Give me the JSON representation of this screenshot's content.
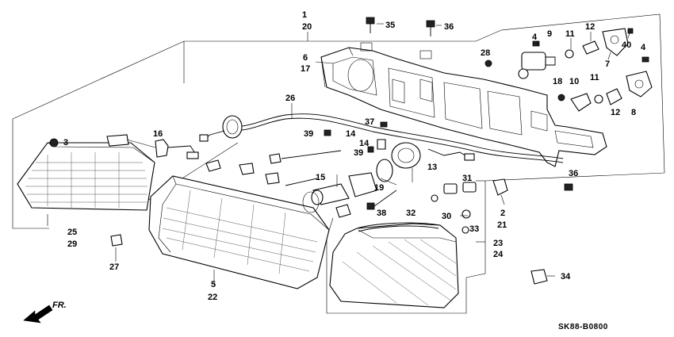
{
  "diagram": {
    "part_code": "SK88-B0800",
    "direction_label": "FR.",
    "callouts": [
      {
        "id": "p1",
        "text": "1"
      },
      {
        "id": "p20",
        "text": "20"
      },
      {
        "id": "p35",
        "text": "35"
      },
      {
        "id": "p36a",
        "text": "36"
      },
      {
        "id": "p6",
        "text": "6"
      },
      {
        "id": "p17",
        "text": "17"
      },
      {
        "id": "p28",
        "text": "28"
      },
      {
        "id": "p4a",
        "text": "4"
      },
      {
        "id": "p9",
        "text": "9"
      },
      {
        "id": "p11a",
        "text": "11"
      },
      {
        "id": "p12a",
        "text": "12"
      },
      {
        "id": "p7",
        "text": "7"
      },
      {
        "id": "p40",
        "text": "40"
      },
      {
        "id": "p4b",
        "text": "4"
      },
      {
        "id": "p18",
        "text": "18"
      },
      {
        "id": "p10",
        "text": "10"
      },
      {
        "id": "p11b",
        "text": "11"
      },
      {
        "id": "p12b",
        "text": "12"
      },
      {
        "id": "p8",
        "text": "8"
      },
      {
        "id": "p26",
        "text": "26"
      },
      {
        "id": "p37",
        "text": "37"
      },
      {
        "id": "p39a",
        "text": "39"
      },
      {
        "id": "p14a",
        "text": "14"
      },
      {
        "id": "p14b",
        "text": "14"
      },
      {
        "id": "p39b",
        "text": "39"
      },
      {
        "id": "p16",
        "text": "16"
      },
      {
        "id": "p3",
        "text": "3"
      },
      {
        "id": "p13",
        "text": "13"
      },
      {
        "id": "p15",
        "text": "15"
      },
      {
        "id": "p19",
        "text": "19"
      },
      {
        "id": "p38",
        "text": "38"
      },
      {
        "id": "p31",
        "text": "31"
      },
      {
        "id": "p32",
        "text": "32"
      },
      {
        "id": "p30",
        "text": "30"
      },
      {
        "id": "p33",
        "text": "33"
      },
      {
        "id": "p36b",
        "text": "36"
      },
      {
        "id": "p2",
        "text": "2"
      },
      {
        "id": "p21",
        "text": "21"
      },
      {
        "id": "p25",
        "text": "25"
      },
      {
        "id": "p29",
        "text": "29"
      },
      {
        "id": "p27",
        "text": "27"
      },
      {
        "id": "p5",
        "text": "5"
      },
      {
        "id": "p22",
        "text": "22"
      },
      {
        "id": "p23",
        "text": "23"
      },
      {
        "id": "p24",
        "text": "24"
      },
      {
        "id": "p34",
        "text": "34"
      }
    ]
  }
}
